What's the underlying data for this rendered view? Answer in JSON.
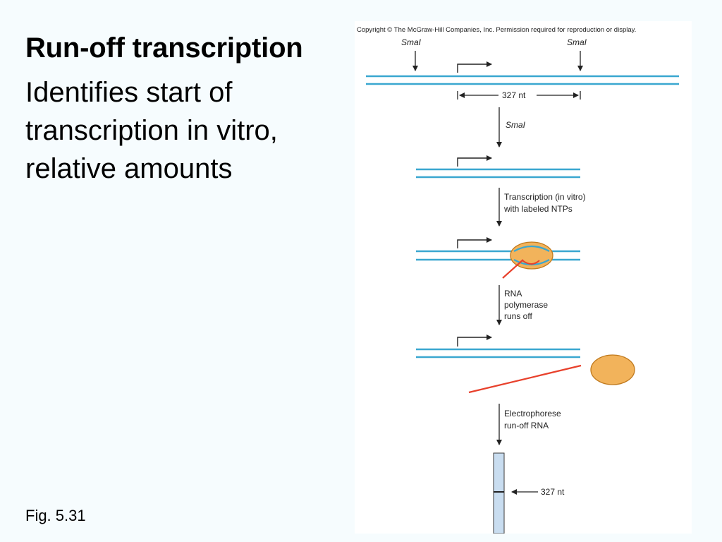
{
  "slide": {
    "title": "Run-off transcription",
    "body_lines": [
      "Identifies start of",
      "transcription in vitro,",
      "relative amounts"
    ],
    "fig_ref": "Fig. 5.31"
  },
  "figure": {
    "copyright": "Copyright © The McGraw-Hill Companies, Inc. Permission required for reproduction or display.",
    "site_left": "SmaI",
    "site_right": "SmaI",
    "length_label": "327 nt",
    "step1": [
      "SmaI"
    ],
    "step2": [
      "Transcription (in vitro)",
      "with labeled NTPs"
    ],
    "step3": [
      "RNA",
      "polymerase",
      "runs off"
    ],
    "step4": [
      "Electrophorese",
      "run-off RNA"
    ],
    "band_label": "327 nt"
  },
  "colors": {
    "dna": "#3aa7d0",
    "rna": "#e8412c",
    "polymerase_fill": "#f2b35b",
    "polymerase_stroke": "#c07a1e",
    "gel_lane": "#c9ddf0",
    "arrow": "#222222"
  }
}
